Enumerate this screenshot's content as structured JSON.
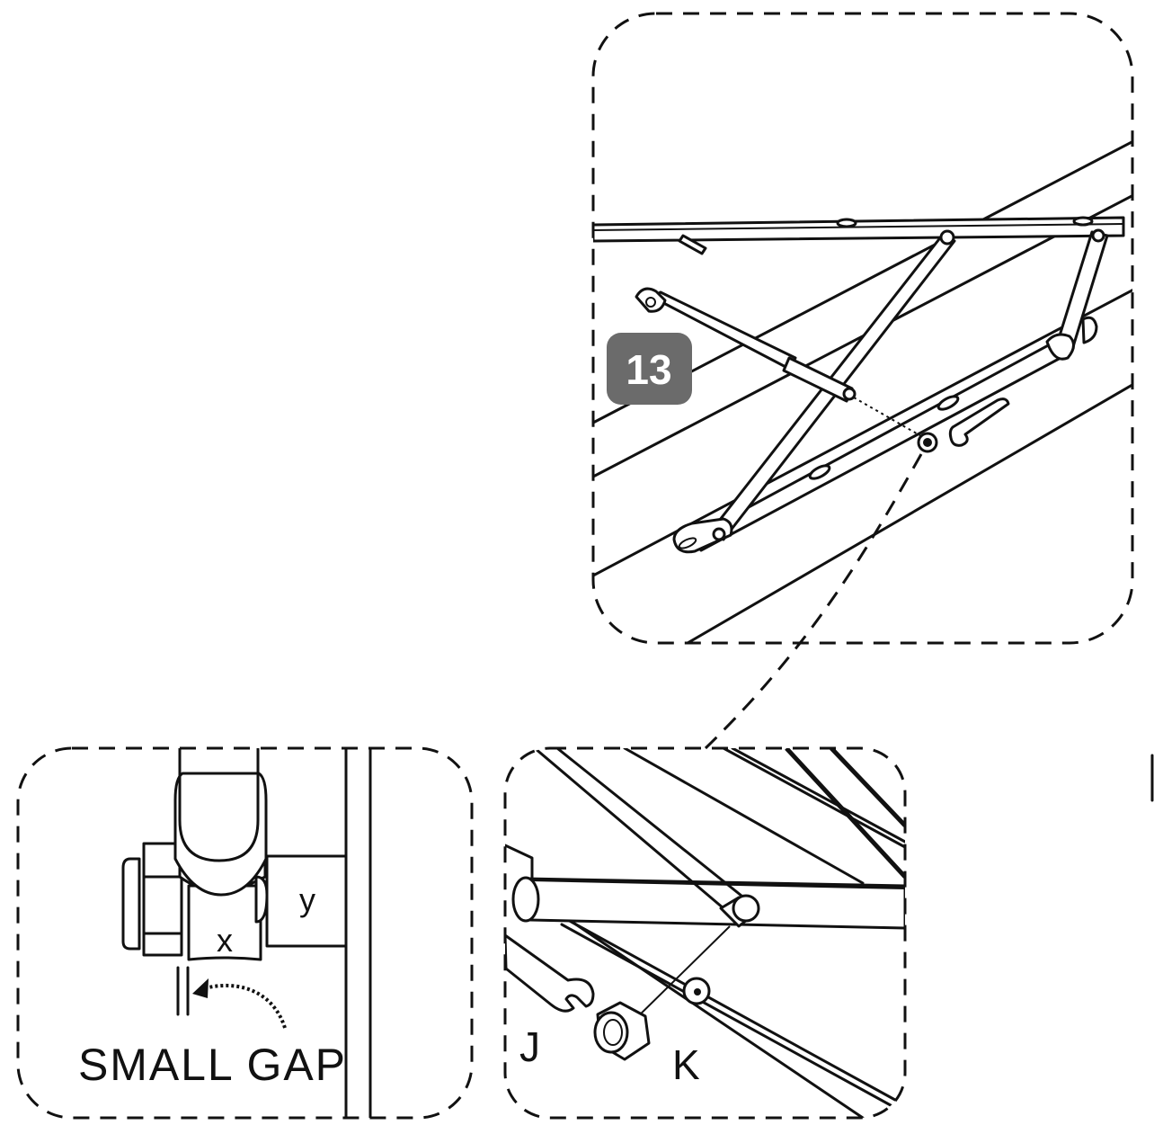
{
  "step": {
    "number": "13",
    "badge_color": "#6b6b6b"
  },
  "detail_gap": {
    "part_x_label": "x",
    "part_y_label": "y",
    "gap_label": "SMALL GAP"
  },
  "detail_hardware": {
    "wrench_label": "J",
    "nut_label": "K"
  }
}
